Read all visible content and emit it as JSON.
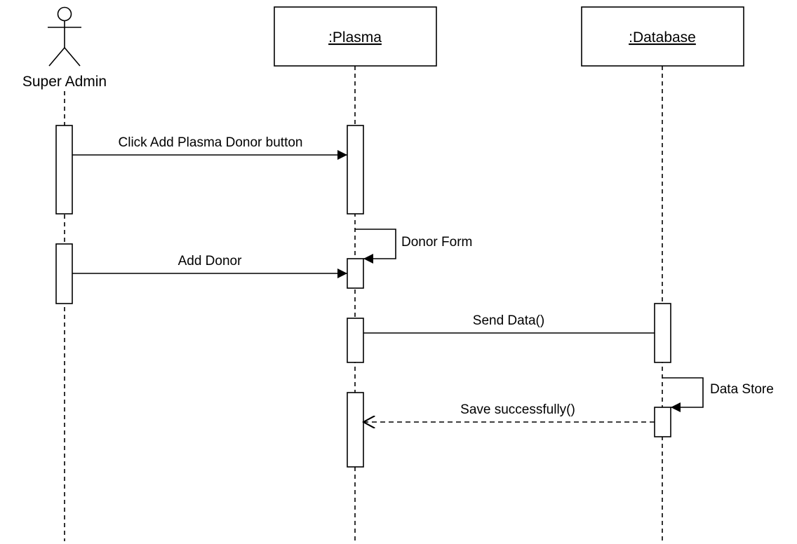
{
  "actor": {
    "label": "Super Admin"
  },
  "participants": {
    "plasma": ":Plasma",
    "database": ":Database"
  },
  "messages": {
    "click_add": "Click Add Plasma Donor button",
    "donor_form": "Donor Form",
    "add_donor": "Add Donor",
    "send_data": "Send Data()",
    "data_store": "Data Store",
    "save_success": "Save successfully()"
  },
  "colors": {
    "line": "#000000",
    "background": "#ffffff"
  }
}
